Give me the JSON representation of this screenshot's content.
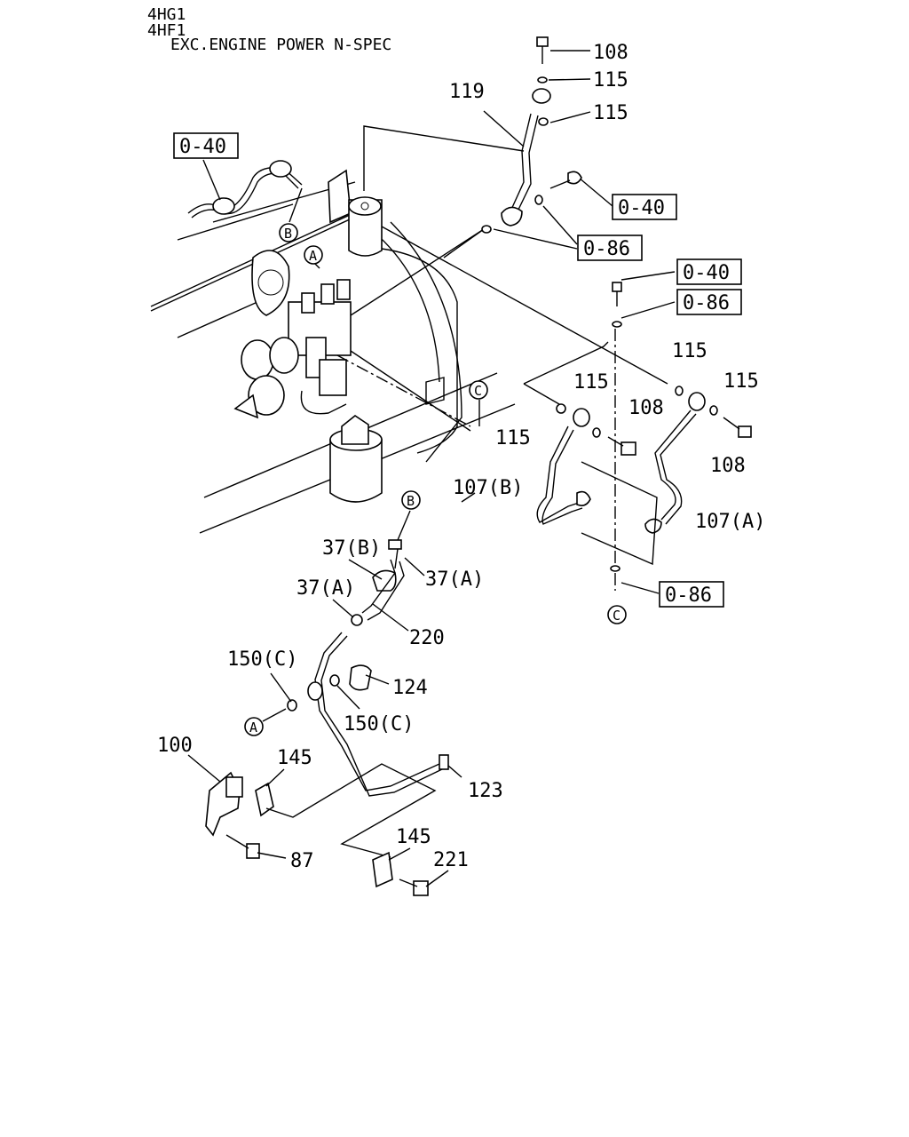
{
  "header": {
    "engine_1": "4HG1",
    "engine_2": "4HF1",
    "note": "EXC.ENGINE POWER N-SPEC"
  },
  "refs": {
    "r1": "0-40",
    "r2": "0-40",
    "r3": "0-86",
    "r4": "0-40",
    "r5": "0-86",
    "r6": "0-86"
  },
  "circles": {
    "a1": "A",
    "a2": "A",
    "b1": "B",
    "b2": "B",
    "c1": "C",
    "c2": "C"
  },
  "parts": {
    "p108_top": "108",
    "p115_top": "115",
    "p115_mid": "115",
    "p119": "119",
    "p115_r1": "115",
    "p115_r2": "115",
    "p115_l1": "115",
    "p115_l2": "115",
    "p108_c": "108",
    "p108_r": "108",
    "p107b": "107(B)",
    "p107a": "107(A)",
    "p37b": "37(B)",
    "p37a_r": "37(A)",
    "p37a_l": "37(A)",
    "p220": "220",
    "p150c_l": "150(C)",
    "p150c_r": "150(C)",
    "p124": "124",
    "p100": "100",
    "p145_1": "145",
    "p145_2": "145",
    "p123": "123",
    "p87": "87",
    "p221": "221"
  }
}
